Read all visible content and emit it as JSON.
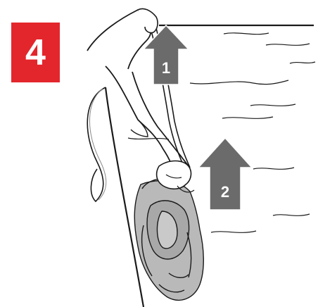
{
  "step": {
    "number": "4"
  },
  "arrows": [
    {
      "label": "1"
    },
    {
      "label": "2"
    }
  ],
  "colors": {
    "badge": "#e3262c",
    "arrow": "#6b6b6b",
    "cleaner": "#b9b9b9",
    "line": "#1a1a1a"
  }
}
